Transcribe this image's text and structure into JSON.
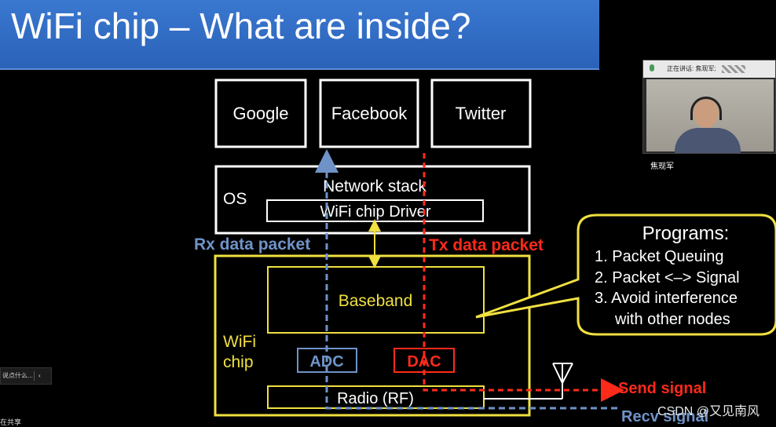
{
  "slide": {
    "title": "WiFi chip – What are inside?"
  },
  "diagram": {
    "apps": [
      "Google",
      "Facebook",
      "Twitter"
    ],
    "os_label": "OS",
    "network_stack": "Network stack",
    "driver": "WiFi chip Driver",
    "rx_label": "Rx data packet",
    "tx_label": "Tx data packet",
    "baseband": "Baseband",
    "chip_label_1": "WiFi",
    "chip_label_2": "chip",
    "adc": "ADC",
    "dac": "DAC",
    "radio": "Radio (RF)",
    "send_signal": "Send signal",
    "recv_signal": "Recv signal",
    "callout": {
      "title": "Programs:",
      "lines": [
        "1. Packet Queuing",
        "2. Packet <–> Signal",
        "3. Avoid interference",
        "with other nodes"
      ]
    },
    "colors": {
      "white": "#ffffff",
      "yellow": "#f0e040",
      "blue": "#6f93c8",
      "red": "#ff2a1a"
    }
  },
  "video_tile": {
    "header": "正在讲话: 焦现军;",
    "name": "焦现军",
    "icons": [
      "mic-icon",
      "headset-icon"
    ]
  },
  "chat": {
    "preview": "说点什么...",
    "chevron": "‹"
  },
  "share_label": "在共享",
  "watermark": "CSDN @又见南风"
}
